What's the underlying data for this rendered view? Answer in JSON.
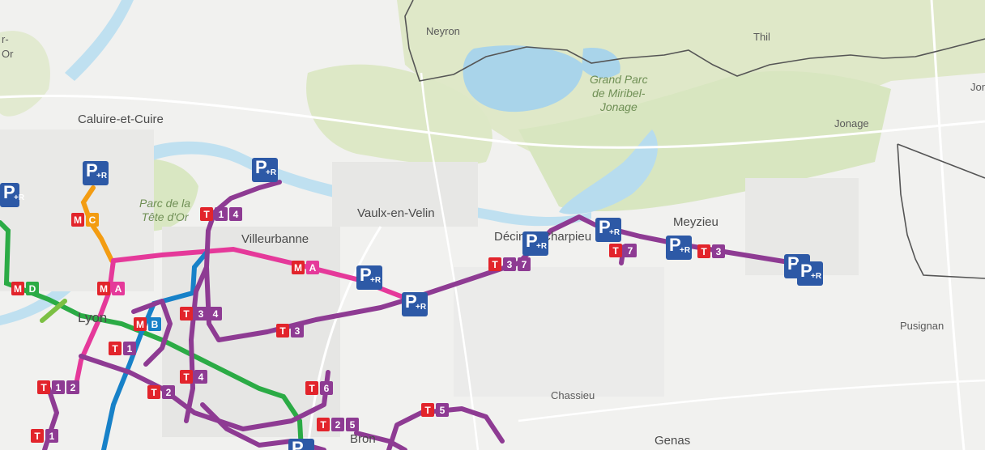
{
  "places": {
    "caluire": "Caluire-et-Cuire",
    "neyron": "Neyron",
    "thil": "Thil",
    "jonage": "Jonage",
    "jon_edge": "Jon",
    "vaulx": "Vaulx-en-Velin",
    "villeurbanne": "Villeurbanne",
    "decines": "Décines-Charpieu",
    "meyzieu": "Meyzieu",
    "pusignan": "Pusignan",
    "chassieu": "Chassieu",
    "genas": "Genas",
    "lyon": "Lyon",
    "bron": "Bron",
    "edge_top": "r-",
    "edge_or": "Or"
  },
  "parks": {
    "miribel": [
      "Grand Parc",
      "de Miribel-",
      "Jonage"
    ],
    "tete_dor": [
      "Parc de la",
      "Tête d'Or"
    ]
  },
  "lines": {
    "metro_A": {
      "mode": "M",
      "code": "A",
      "color": "#e5399a"
    },
    "metro_B": {
      "mode": "M",
      "code": "B",
      "color": "#1781c8"
    },
    "metro_C": {
      "mode": "M",
      "code": "C",
      "color": "#f39c12"
    },
    "metro_D": {
      "mode": "M",
      "code": "D",
      "color": "#2bab45"
    },
    "tram": {
      "mode": "T",
      "color": "#8e3b93"
    }
  },
  "badges": {
    "mc": [
      "M",
      "C"
    ],
    "ma1": [
      "M",
      "A"
    ],
    "ma2": [
      "M",
      "A"
    ],
    "md": [
      "M",
      "D"
    ],
    "mb": [
      "M",
      "B"
    ],
    "t14": [
      "T",
      "1",
      "4"
    ],
    "t34": [
      "T",
      "3",
      "4"
    ],
    "t3a": [
      "T",
      "3"
    ],
    "t1a": [
      "T",
      "1"
    ],
    "t4": [
      "T",
      "4"
    ],
    "t12": [
      "T",
      "1",
      "2"
    ],
    "t2": [
      "T",
      "2"
    ],
    "t6": [
      "T",
      "6"
    ],
    "t25": [
      "T",
      "2",
      "5"
    ],
    "t5": [
      "T",
      "5"
    ],
    "t1b": [
      "T",
      "1"
    ],
    "t37": [
      "T",
      "3",
      "7"
    ],
    "t7": [
      "T",
      "7"
    ],
    "t3b": [
      "T",
      "3"
    ]
  },
  "park_ride": {
    "p": "P",
    "r": "+R"
  }
}
